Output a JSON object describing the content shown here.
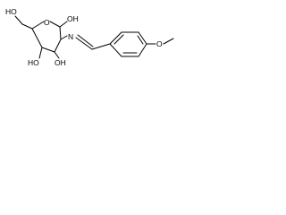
{
  "molecule": {
    "labels": {
      "ho_top": "HO",
      "oh_right": "OH",
      "o_ring": "O",
      "n_imine": "N",
      "ho_bottom_left": "HO",
      "oh_bottom_right": "OH",
      "o_methoxy": "O"
    }
  }
}
